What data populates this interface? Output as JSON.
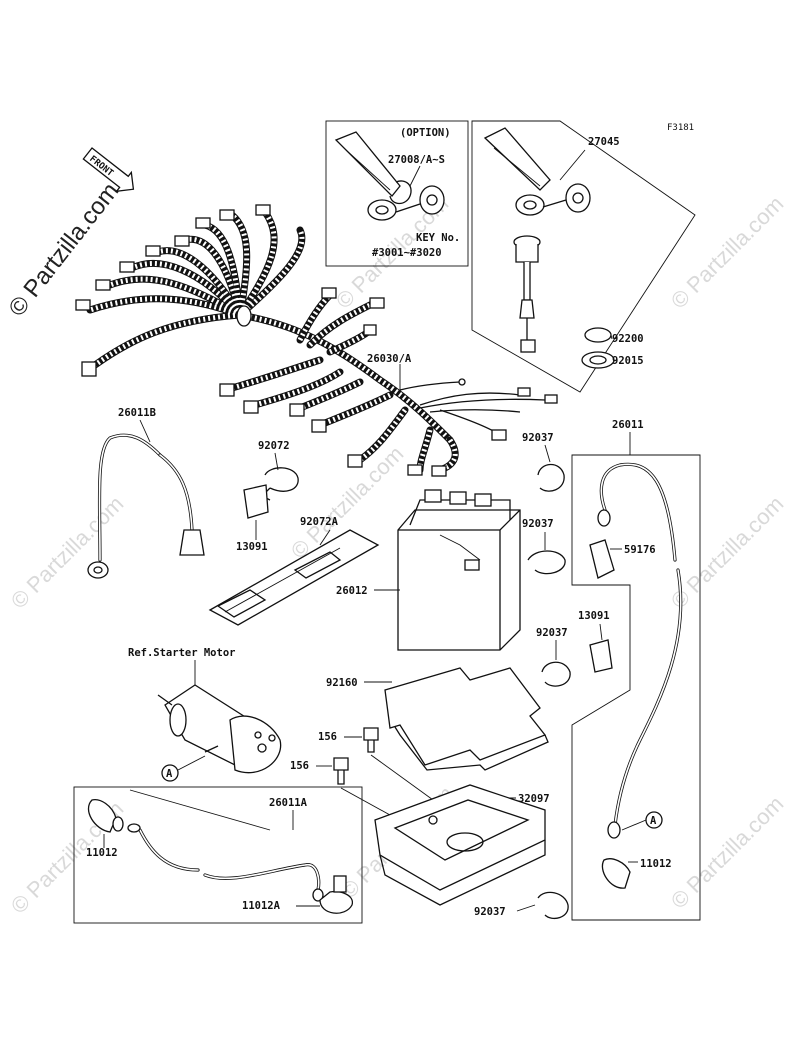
{
  "diagram_code": "F3181",
  "front_label": "FRONT",
  "ref_note": "Ref.Starter Motor",
  "option": {
    "title": "(OPTION)",
    "part": "27008/A~S",
    "key_title": "KEY No.",
    "key_range": "#3001~#3020"
  },
  "parts": {
    "p27045": "27045",
    "p92200": "92200",
    "p92015": "92015",
    "p26030": "26030/A",
    "p26011B": "26011B",
    "p92072": "92072",
    "p13091a": "13091",
    "p92072A": "92072A",
    "p26012": "26012",
    "p92037a": "92037",
    "p92037b": "92037",
    "p92037c": "92037",
    "p92037d": "92037",
    "p26011": "26011",
    "p59176": "59176",
    "p13091b": "13091",
    "p92160": "92160",
    "p156a": "156",
    "p156b": "156",
    "p32097": "32097",
    "p26011A": "26011A",
    "p11012a": "11012",
    "p11012b": "11012",
    "p11012A": "11012A"
  },
  "callout_A1": "A",
  "callout_A2": "A",
  "watermarks": {
    "brand": "© Partzilla.com",
    "brand_faint": "© Partzilla.com"
  }
}
